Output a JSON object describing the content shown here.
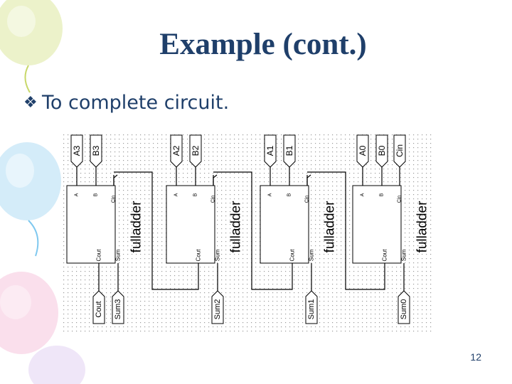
{
  "slide": {
    "title": "Example (cont.)",
    "bullet_icon": "diamond-bullet-icon",
    "bullet_text": "To complete circuit.",
    "page_number": "12"
  },
  "theme": {
    "title_color": "#1f3f6a",
    "wire_color": "#000000"
  },
  "decoration": {
    "balloon_colors": [
      "#c8d86a",
      "#7fc8ef",
      "#f4a0c8",
      "#c8a8e8"
    ]
  },
  "circuit": {
    "component_name": "fulladder",
    "pins": {
      "a": "A",
      "b": "B",
      "cin": "Cin",
      "cout": "Cout",
      "sum": "Sum"
    },
    "adders": [
      {
        "in_a": "A3",
        "in_b": "B3",
        "out_cout": "Cout",
        "out_sum": "Sum3"
      },
      {
        "in_a": "A2",
        "in_b": "B2",
        "out_sum": "Sum2"
      },
      {
        "in_a": "A1",
        "in_b": "B1",
        "out_sum": "Sum1"
      },
      {
        "in_a": "A0",
        "in_b": "B0",
        "in_cin": "Cin",
        "out_sum": "Sum0"
      }
    ]
  }
}
